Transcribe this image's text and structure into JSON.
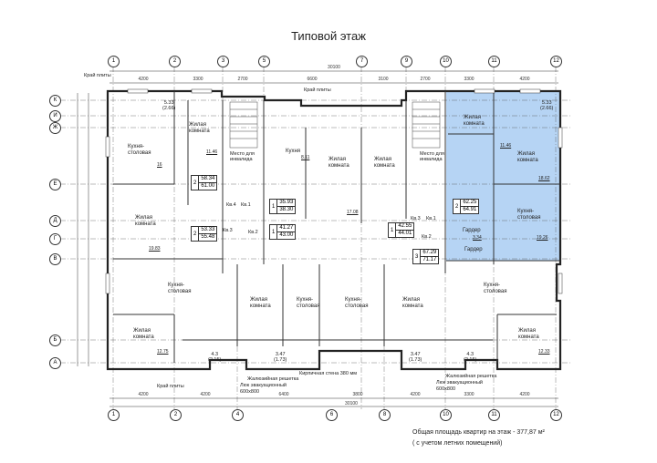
{
  "title": "Типовой этаж",
  "highlight_color": "#a9cdf2",
  "axes_top": [
    "1",
    "2",
    "3",
    "5",
    "7",
    "9",
    "10",
    "11",
    "12"
  ],
  "axes_bottom": [
    "1",
    "2",
    "4",
    "6",
    "8",
    "10",
    "11",
    "12"
  ],
  "axes_rows": [
    "К",
    "И",
    "Ж",
    "Е",
    "Д",
    "Г",
    "В",
    "Б",
    "А"
  ],
  "dims_top_total": "30100",
  "dims_top": [
    "4200",
    "3300",
    "2700",
    "6600",
    "3100",
    "2700",
    "3300",
    "4200"
  ],
  "dims_bottom": [
    "4200",
    "4200",
    "6400",
    "3800",
    "4200",
    "3300",
    "4200"
  ],
  "dims_bottom_total": "30100",
  "rooms": [
    {
      "label": "Кухня-\nстоловая",
      "area": "16"
    },
    {
      "label": "Жилая\nкомната",
      "area": "11.46"
    },
    {
      "label": "Жилая\nкомната",
      "area": "19.83"
    },
    {
      "label": "Кухня",
      "area": "8.11"
    },
    {
      "label": "Жилая\nкомната",
      "area": ""
    },
    {
      "label": "Жилая\nкомната",
      "area": "17.08"
    },
    {
      "label": "Жилая\nкомната",
      "area": "11.46"
    },
    {
      "label": "Жилая\nкомната",
      "area": "18.62"
    },
    {
      "label": "Кухня-\nстоловая",
      "area": "19.26"
    },
    {
      "label": "Гардер",
      "area": "3.34"
    },
    {
      "label": "Гардер",
      "area": ""
    },
    {
      "label": "Кухня-\nстоловая",
      "area": ""
    },
    {
      "label": "Жилая\nкомната",
      "area": ""
    },
    {
      "label": "Кухня-\nстоловая",
      "area": ""
    },
    {
      "label": "Кухня-\nстоловая",
      "area": ""
    },
    {
      "label": "Жилая\nкомната",
      "area": ""
    },
    {
      "label": "Кухня-\nстоловая",
      "area": ""
    },
    {
      "label": "Жилая\nкомната",
      "area": "12.75"
    },
    {
      "label": "Жилая\nкомната",
      "area": "12.33"
    }
  ],
  "apartments": [
    {
      "rooms": "2",
      "area": "58.34",
      "total": "61.00"
    },
    {
      "rooms": "2",
      "area": "53.33",
      "total": "55.48"
    },
    {
      "rooms": "1",
      "area": "35.93",
      "total": "38.30"
    },
    {
      "rooms": "1",
      "area": "41.27",
      "total": "43.00"
    },
    {
      "rooms": "1",
      "area": "42.55",
      "total": "44.01"
    },
    {
      "rooms": "3",
      "area": "67.29",
      "total": "71.17"
    },
    {
      "rooms": "2",
      "area": "62.25",
      "total": "64.91"
    }
  ],
  "balconies": [
    "5.33\n(2.66)",
    "5.33\n(2.66)",
    "4.3\n(2.15)",
    "3.47\n(1.73)",
    "3.47\n(1.73)",
    "4.3\n(2.15)"
  ],
  "stairs": [
    "Кв.4",
    "Кв.1",
    "Кв.3",
    "Кв.2",
    "Кв.3",
    "Кв.1",
    "Кв.2"
  ],
  "notes": {
    "slab_edge": "Край плиты",
    "brick_wall": "Кирпичная стена 380 мм",
    "grille": "Жалюзийная решетка",
    "hatch": "Люк эвакуационный",
    "hatch_size": "600x800",
    "wheelchair": "Место для\nинвалида"
  },
  "footer": {
    "line1": "Общая площадь квартир на этаж - 377,87 м²",
    "line2": "( с учетом летних помещений)"
  }
}
